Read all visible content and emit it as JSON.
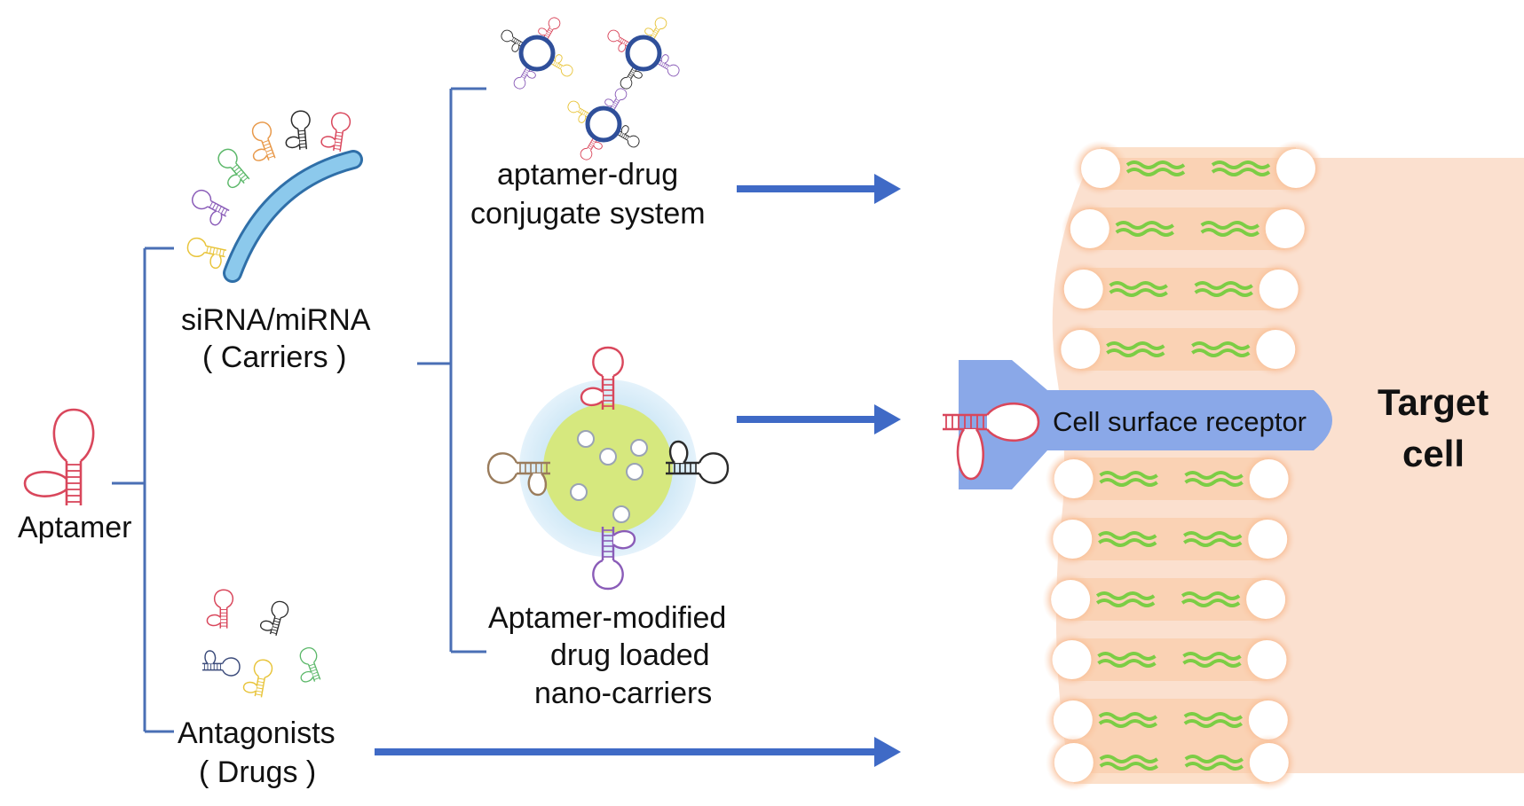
{
  "labels": {
    "aptamer": "Aptamer",
    "carriers_line1": "siRNA/miRNA",
    "carriers_line2": "( Carriers )",
    "antagonists_line1": "Antagonists",
    "antagonists_line2": "( Drugs )",
    "adc_line1": "aptamer-drug",
    "adc_line2": "conjugate system",
    "nano_line1": "Aptamer-modified",
    "nano_line2": "drug loaded",
    "nano_line3": "nano-carriers",
    "receptor": "Cell surface receptor",
    "target_line1": "Target",
    "target_line2": "cell"
  },
  "colors": {
    "bracket": "#4a6fb5",
    "arrow": "#3f6ac6",
    "cell_fill": "#fbe0cf",
    "membrane": "#f7ab72",
    "lipid_tail": "#7ccd45",
    "receptor": "#8aa8e8",
    "carrier_arc": "#8cc9ec",
    "nanoparticle_core": "#d6e87e",
    "nanoparticle_halo": "#cfe8f6",
    "aptamer_red": "#d9475c",
    "aptamer_black": "#2b2b2b",
    "aptamer_orange": "#e8994a",
    "aptamer_green": "#5cb86a",
    "aptamer_purple": "#8a5cb8",
    "aptamer_yellow": "#e8c43a",
    "aptamer_navy": "#3a4a7a",
    "aptamer_brown": "#9a7c5c",
    "conjugate_core": "#2f4f9a"
  }
}
